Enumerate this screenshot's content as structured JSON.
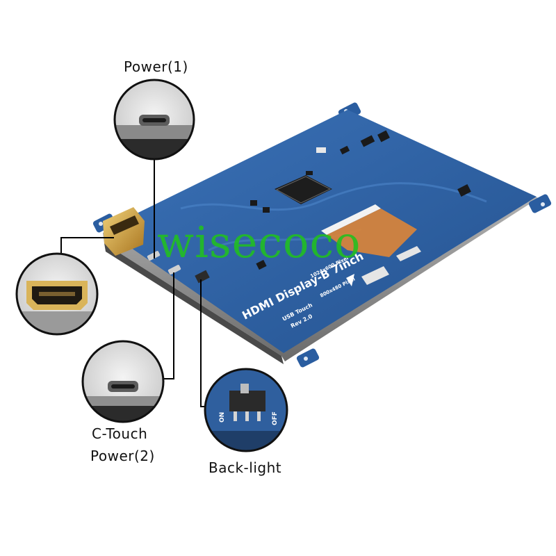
{
  "callouts": {
    "power1": "Power(1)",
    "c_touch": "C-Touch",
    "power2": "Power(2)",
    "backlight": "Back-light"
  },
  "board_print": {
    "title": "HDMI Display-B 7inch",
    "res1": "1024x600 Pixel",
    "res2": "800x480 Pixel",
    "touch": "USB Touch",
    "rev": "Rev 2.0",
    "sw_on": "ON",
    "sw_off": "OFF"
  },
  "watermark": "wisecoco",
  "colors": {
    "pcb": "#2f63a8",
    "accent_watermark": "#21c11f",
    "connector_gold": "#c99a3a",
    "flex_cable": "#d9843a"
  }
}
